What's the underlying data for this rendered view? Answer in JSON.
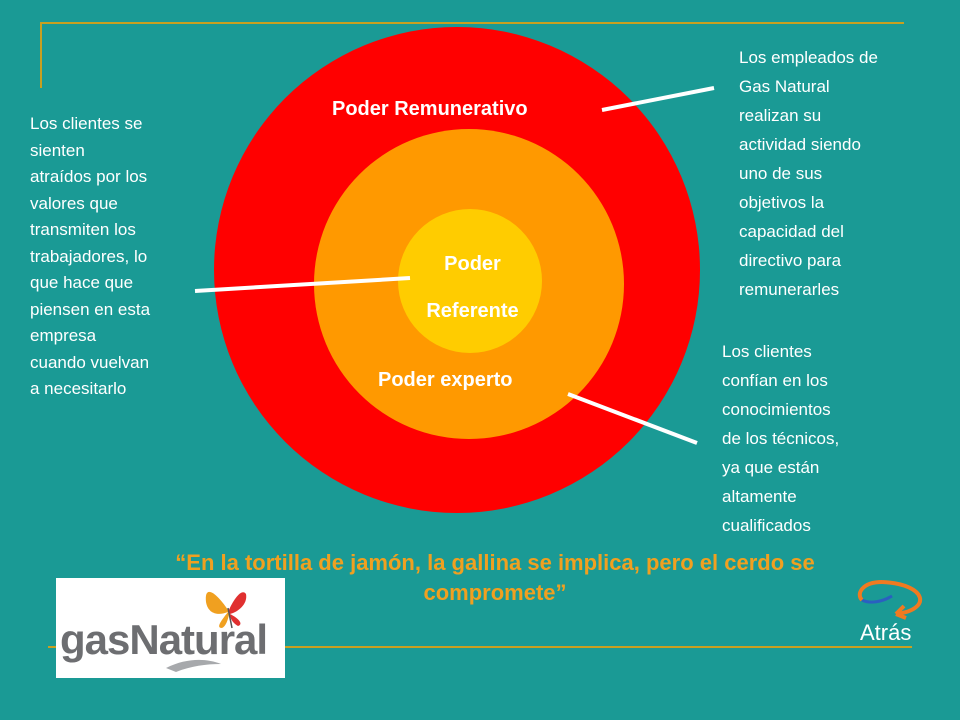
{
  "diagram": {
    "rings": [
      {
        "label": "Poder Remunerativo",
        "color": "#ff0000"
      },
      {
        "label": "Poder experto",
        "color": "#ff9900"
      },
      {
        "label_lines": [
          "Poder",
          "Referente"
        ],
        "color": "#ffcc00"
      }
    ],
    "callouts": {
      "left": [
        "Los clientes se",
        "sienten",
        "atraídos por los",
        "valores que",
        "transmiten los",
        "trabajadores, lo",
        "que hace que",
        "piensen en esta",
        "empresa",
        "cuando vuelvan",
        "a necesitarlo"
      ],
      "top_right": [
        "Los  empleados de",
        "Gas Natural",
        "realizan su",
        "actividad siendo",
        "uno de sus",
        "objetivos la",
        "capacidad del",
        "directivo para",
        "remunerarles"
      ],
      "bottom_right": [
        "Los clientes",
        "confían en los",
        "conocimientos",
        "de los técnicos,",
        "ya que están",
        "altamente",
        "cualificados"
      ]
    }
  },
  "quote": {
    "line1": "“En la tortilla de jamón, la gallina se implica, pero el cerdo se",
    "line2": "compromete”",
    "color": "#f0a020"
  },
  "logo": {
    "text": "gasNatural",
    "text_color": "#6d6e71",
    "butterfly_colors": [
      "#f0a020",
      "#e03030"
    ]
  },
  "nav": {
    "back_label": "Atrás",
    "arrow_color": "#f07a20"
  },
  "colors": {
    "background": "#1a9a95",
    "accent_lines": "#c8a020"
  }
}
